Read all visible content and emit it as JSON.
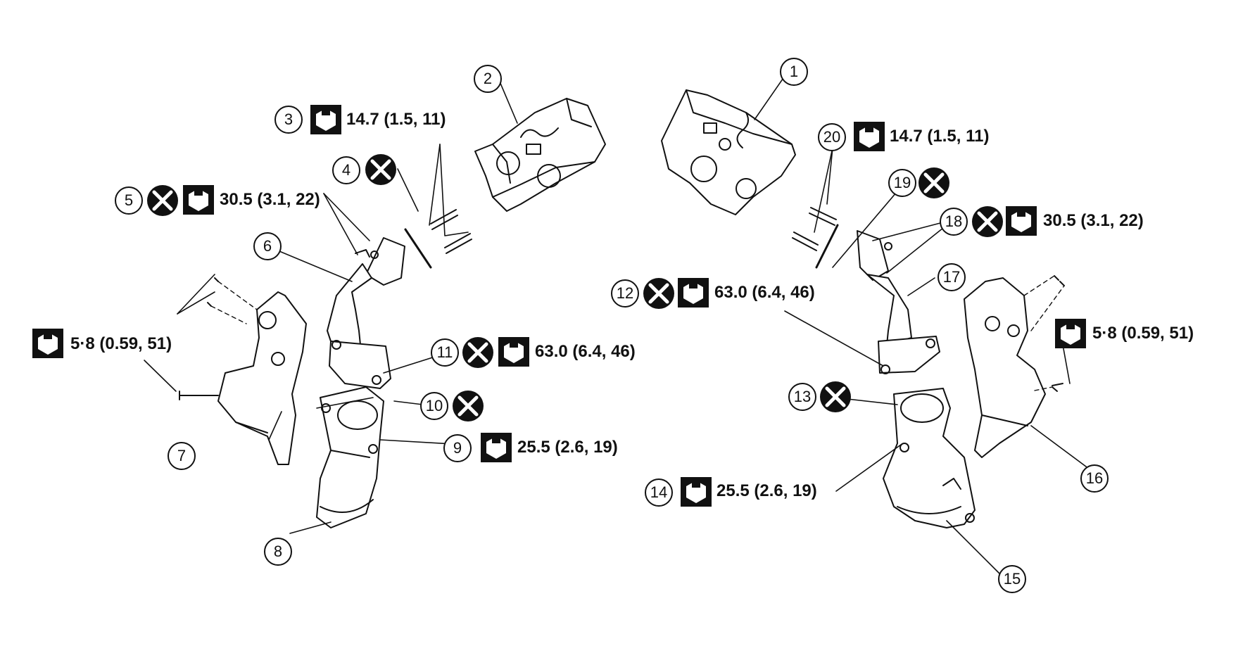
{
  "diagram": {
    "callouts": [
      {
        "id": "callout-1",
        "label": "1"
      },
      {
        "id": "callout-2",
        "label": "2"
      },
      {
        "id": "callout-3",
        "label": "3"
      },
      {
        "id": "callout-4",
        "label": "4"
      },
      {
        "id": "callout-5",
        "label": "5"
      },
      {
        "id": "callout-6",
        "label": "6"
      },
      {
        "id": "callout-7",
        "label": "7"
      },
      {
        "id": "callout-8",
        "label": "8"
      },
      {
        "id": "callout-9",
        "label": "9"
      },
      {
        "id": "callout-10",
        "label": "10"
      },
      {
        "id": "callout-11",
        "label": "11"
      },
      {
        "id": "callout-12",
        "label": "12"
      },
      {
        "id": "callout-13",
        "label": "13"
      },
      {
        "id": "callout-14",
        "label": "14"
      },
      {
        "id": "callout-15",
        "label": "15"
      },
      {
        "id": "callout-16",
        "label": "16"
      },
      {
        "id": "callout-17",
        "label": "17"
      },
      {
        "id": "callout-18",
        "label": "18"
      },
      {
        "id": "callout-19",
        "label": "19"
      },
      {
        "id": "callout-20",
        "label": "20"
      }
    ],
    "torque_specs": {
      "part_3": "14.7 (1.5, 11)",
      "part_5": "30.5 (3.1, 22)",
      "part_left_heat_insulator": "5·8 (0.59, 51)",
      "part_11": "63.0 (6.4, 46)",
      "part_9": "25.5 (2.6, 19)",
      "part_20": "14.7 (1.5, 11)",
      "part_18": "30.5 (3.1, 22)",
      "part_12": "63.0 (6.4, 46)",
      "part_right_heat_insulator": "5·8 (0.59, 51)",
      "part_14": "25.5 (2.6, 19)"
    },
    "icons": {
      "do_not_reuse": "do-not-reuse-icon",
      "tightening_torque": "torque-wrench-icon"
    },
    "colors": {
      "ink": "#111111",
      "background": "#ffffff"
    }
  }
}
